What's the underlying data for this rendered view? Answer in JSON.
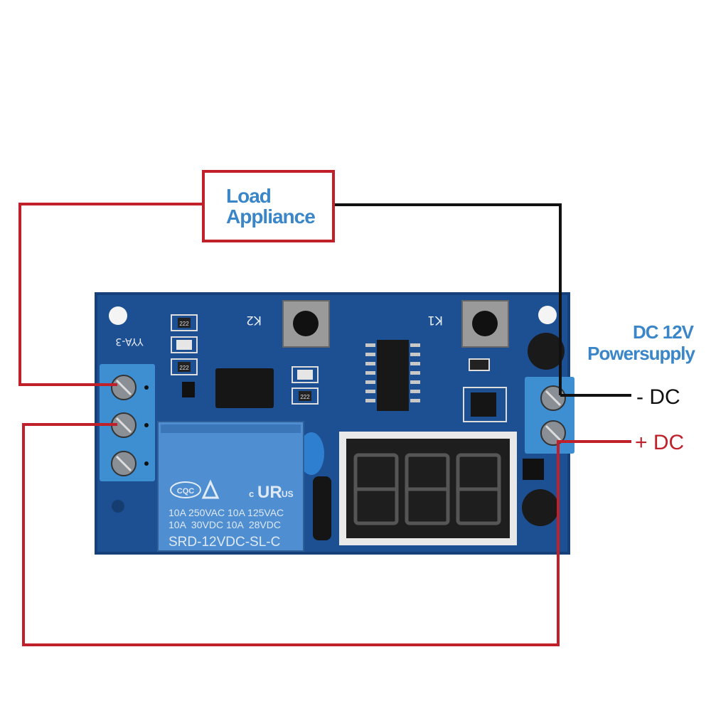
{
  "labels": {
    "load_line1": "Load",
    "load_line2": "Appliance",
    "power_line1": "DC 12V",
    "power_line2": "Powersupply",
    "neg_dc": "- DC",
    "pos_dc": "+ DC"
  },
  "board": {
    "model": "YYA-3",
    "button_k1": "K1",
    "button_k2": "K2",
    "resistor_code": "222",
    "relay": {
      "cert1": "CQC",
      "cert2": "c",
      "cert3": "US",
      "rating_line1": "10A 250VAC 10A 125VAC",
      "rating_line2": "10A  30VDC 10A  28VDC",
      "model": "SRD-12VDC-SL-C"
    }
  },
  "colors": {
    "wire_red": "#c0202a",
    "wire_black": "#111111",
    "label_blue": "#3a86c8",
    "pcb_blue": "#1d4f93"
  }
}
